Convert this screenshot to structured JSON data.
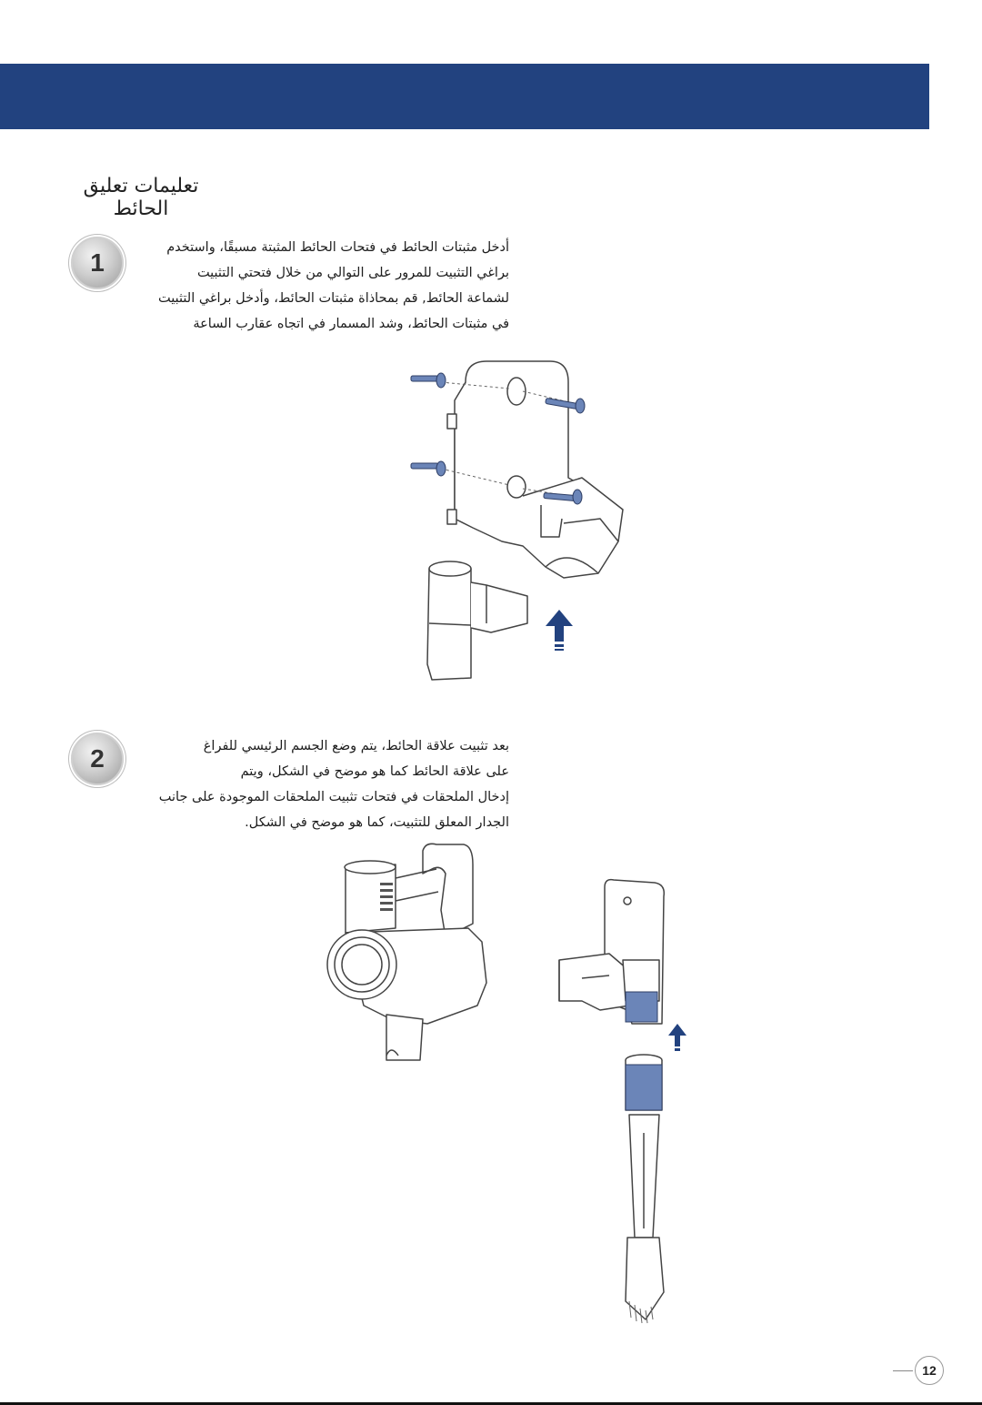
{
  "header": {
    "band_color": "#22427f"
  },
  "section_title": "تعليمات تعليق الحائط",
  "steps": [
    {
      "number": "1",
      "lines": [
        "أدخل مثبتات الحائط في فتحات الحائط المثبتة مسبقًا، واستخدم",
        "براغي التثبيت للمرور على التوالي من خلال فتحتي التثبيت",
        "لشماعة الحائط, قم بمحاذاة مثبتات الحائط، وأدخل براغي التثبيت",
        "في مثبتات الحائط، وشد المسمار في اتجاه عقارب الساعة"
      ]
    },
    {
      "number": "2",
      "lines": [
        "بعد تثبيت علاقة الحائط، يتم وضع الجسم الرئيسي للفراغ",
        "على علاقة الحائط كما هو موضح في الشكل، ويتم",
        "إدخال الملحقات في فتحات تثبيت الملحقات الموجودة على جانب",
        "الجدار المعلق للتثبيت، كما هو موضح في الشكل."
      ]
    }
  ],
  "colors": {
    "accent_blue": "#22427f",
    "part_blue": "#6b85b8",
    "line_gray": "#444444"
  },
  "icons": {
    "arrow": "up-arrow-icon",
    "screw": "screw-icon"
  },
  "page_number": "12"
}
